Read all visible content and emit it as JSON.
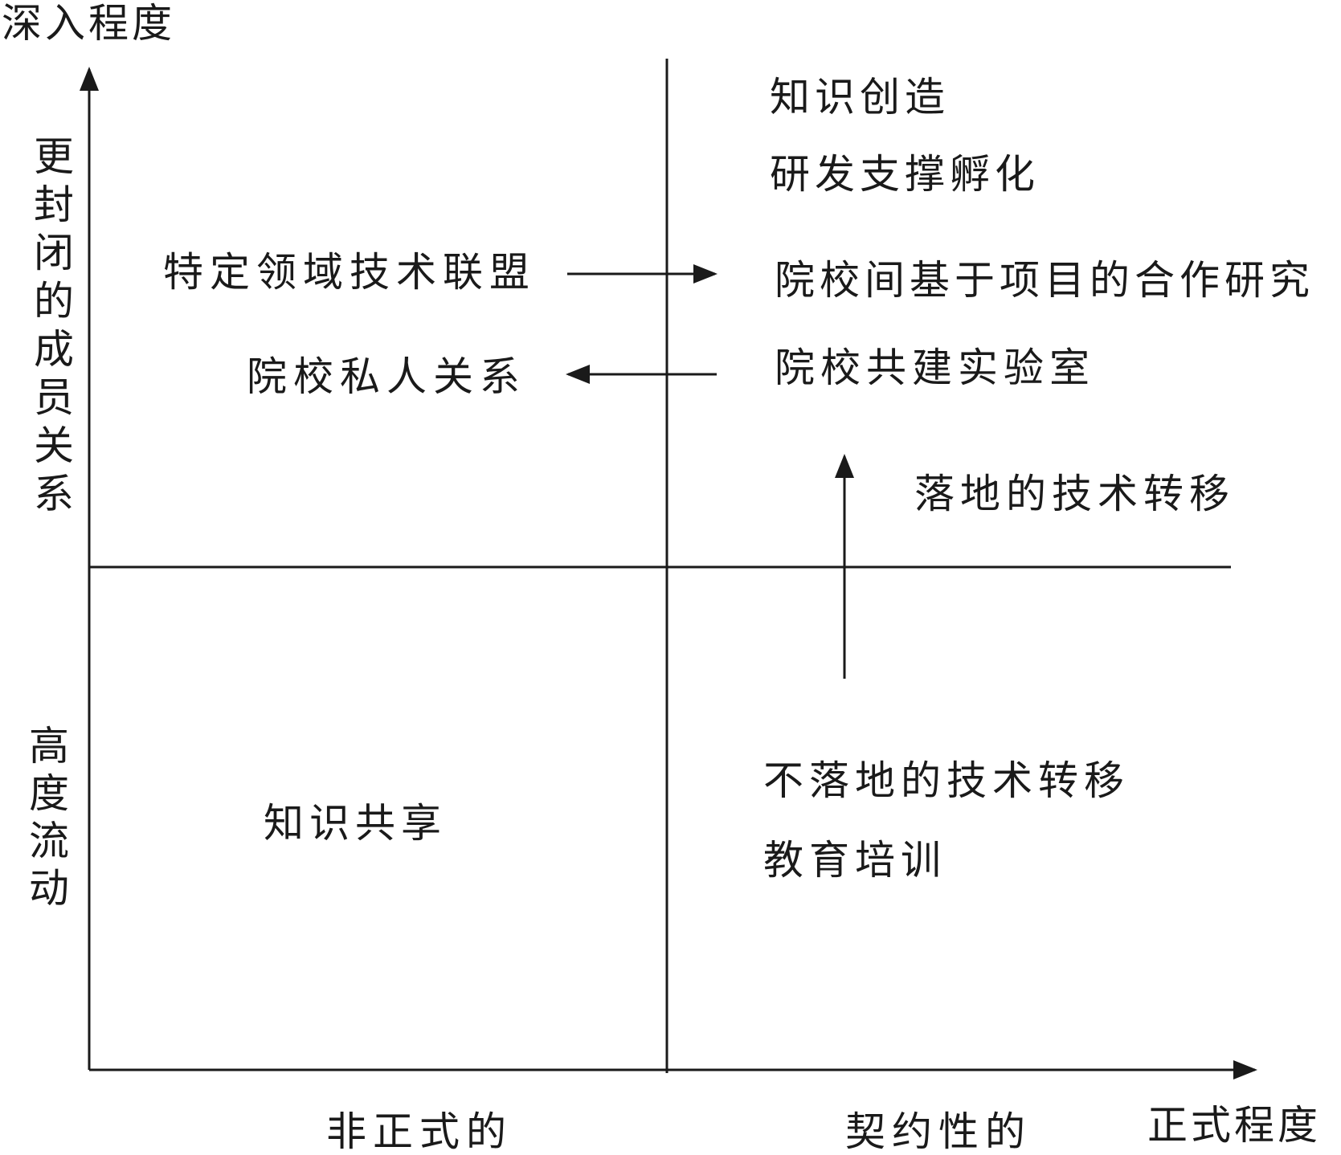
{
  "axes": {
    "y_title": "深入程度",
    "x_title": "正式程度",
    "y_upper_label": "更封闭的成员关系",
    "y_lower_label": "高度流动",
    "x_left_label": "非正式的",
    "x_right_label": "契约性的"
  },
  "quadrants": {
    "upper_left": [
      "特定领域技术联盟",
      "院校私人关系"
    ],
    "upper_right": [
      "知识创造",
      "研发支撑孵化",
      "院校间基于项目的合作研究",
      "院校共建实验室",
      "落地的技术转移"
    ],
    "lower_left": [
      "知识共享"
    ],
    "lower_right": [
      "不落地的技术转移",
      "教育培训"
    ]
  },
  "colors": {
    "ink": "#1a1a1a",
    "background": "#ffffff"
  }
}
